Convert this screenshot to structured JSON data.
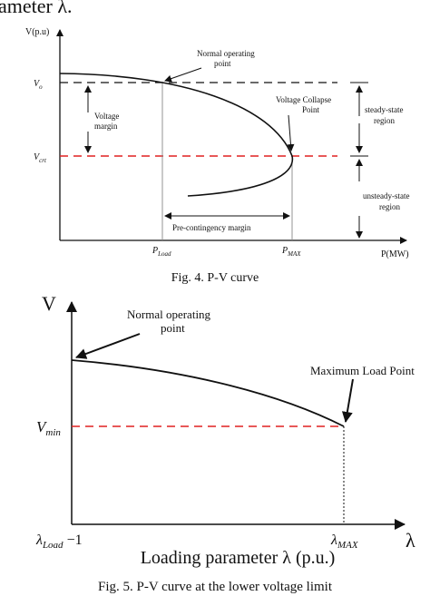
{
  "header_fragment": "ameter  λ.",
  "fig4": {
    "caption": "Fig. 4.    P-V curve",
    "y_axis_label": "V(p.u)",
    "x_axis_label": "P(MW)",
    "v0_main": "V",
    "v0_sub": "o",
    "vcrt_main": "V",
    "vcrt_sub": "crt",
    "pload_main": "P",
    "pload_sub": "Load",
    "pmax_main": "P",
    "pmax_sub": "MAX",
    "normal_point_line1": "Normal operating",
    "normal_point_line2": "point",
    "collapse_line1": "Voltage Collapse",
    "collapse_line2": "Point",
    "voltage_margin_line1": "Voltage",
    "voltage_margin_line2": "margin",
    "steady_line1": "steady-state",
    "steady_line2": "region",
    "unsteady_line1": "unsteady-state",
    "unsteady_line2": "region",
    "precontingency": "Pre-contingency margin"
  },
  "fig5": {
    "caption": "Fig. 5.    P-V curve at the lower voltage limit",
    "y_axis_label": "V",
    "x_axis_label": "λ",
    "x_axis_title": "Loading parameter  λ  (p.u.)",
    "vmin_main": "V",
    "vmin_sub": "min",
    "lambda_load_main": "λ",
    "lambda_load_sub": "Load",
    "lambda_load_suffix": " −1",
    "lambda_max_main": "λ",
    "lambda_max_sub": "MAX",
    "normal_point_line1": "Normal operating",
    "normal_point_line2": "point",
    "max_load_point": "Maximum Load Point"
  },
  "colors": {
    "curve": "#111111",
    "limit_dash": "#e02020"
  }
}
